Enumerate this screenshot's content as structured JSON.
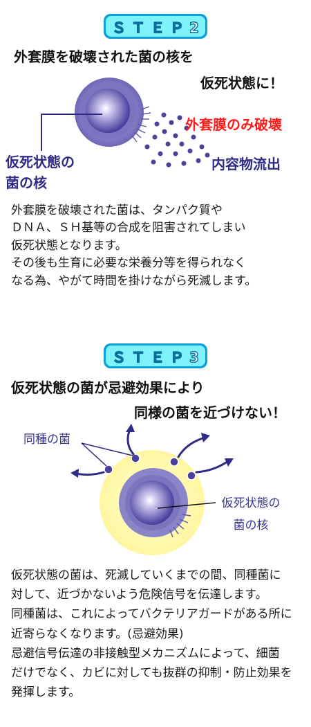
{
  "step2": {
    "badge": "ＳＴＥＰ2",
    "heading_line1": "外套膜を破壊された菌の核を",
    "heading_line2": "仮死状態に！",
    "label_membrane": "外套膜のみ破壊",
    "label_outflow": "内容物流出",
    "label_nucleus_line1": "仮死状態の",
    "label_nucleus_line2": "菌の核",
    "body": [
      "外套膜を破壊された菌は、タンパク質や",
      "ＤＮＡ、ＳＨ基等の合成を阻害されてしまい",
      "仮死状態となります。",
      "その後も生育に必要な栄養分等を得られなく",
      "なる為、やがて時間を掛けながら死滅します。"
    ]
  },
  "step3": {
    "badge": "ＳＴＥＰ3",
    "heading_line1": "仮死状態の菌が忌避効果により",
    "heading_line2": "同様の菌を近づけない！",
    "label_same": "同種の菌",
    "label_nucleus_line1": "仮死状態の",
    "label_nucleus_line2": "菌の核",
    "body": [
      "仮死状態の菌は、死滅していくまでの間、同種菌に",
      "対して、近づかないよう危険信号を伝達します。",
      "同種菌は、これによってバクテリアガードがある所に",
      "近寄らなくなります。(忌避効果)",
      "忌避信号伝達の非接触型メカニズムによって、細菌",
      "だけでなく、カビに対しても抜群の抑制・防止効果を",
      "発揮します。"
    ]
  },
  "colors": {
    "badge_fill": "#7ff3fb",
    "badge_border": "#0c9fd9",
    "label_blue": "#2f2b86",
    "label_red": "#ff1a1a",
    "particle": "#4a4299",
    "glow": "#fffbb8"
  }
}
